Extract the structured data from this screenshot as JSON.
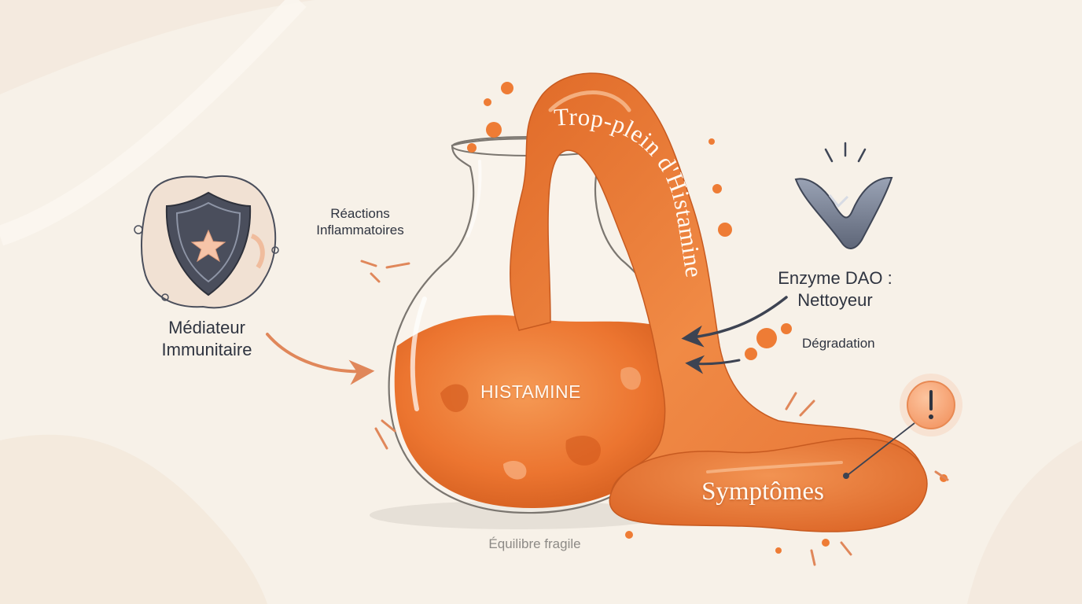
{
  "labels": {
    "mediateur": [
      "Médiateur",
      "Immunitaire"
    ],
    "reactions": [
      "Réactions",
      "Inflammatoires"
    ],
    "enzyme": [
      "Enzyme DAO :",
      "Nettoyeur"
    ],
    "degradation": "Dégradation",
    "histamine": "HISTAMINE",
    "trop_plein": "Trop-plein d'Histamine",
    "symptomes": "Symptômes",
    "equilibre": "Équilibre fragile"
  },
  "icons": {
    "shield": "shield-star-icon",
    "enzyme": "scissors-v-icon",
    "warning": "exclamation-warning-icon"
  },
  "colors": {
    "background": "#f7f1e8",
    "liquid": "#ee7c35",
    "liquid_dark": "#d2581c",
    "shield": "#4a4e5c",
    "arrow_orange": "#e0875a",
    "arrow_dark": "#3d4352",
    "text": "#2f3440"
  }
}
